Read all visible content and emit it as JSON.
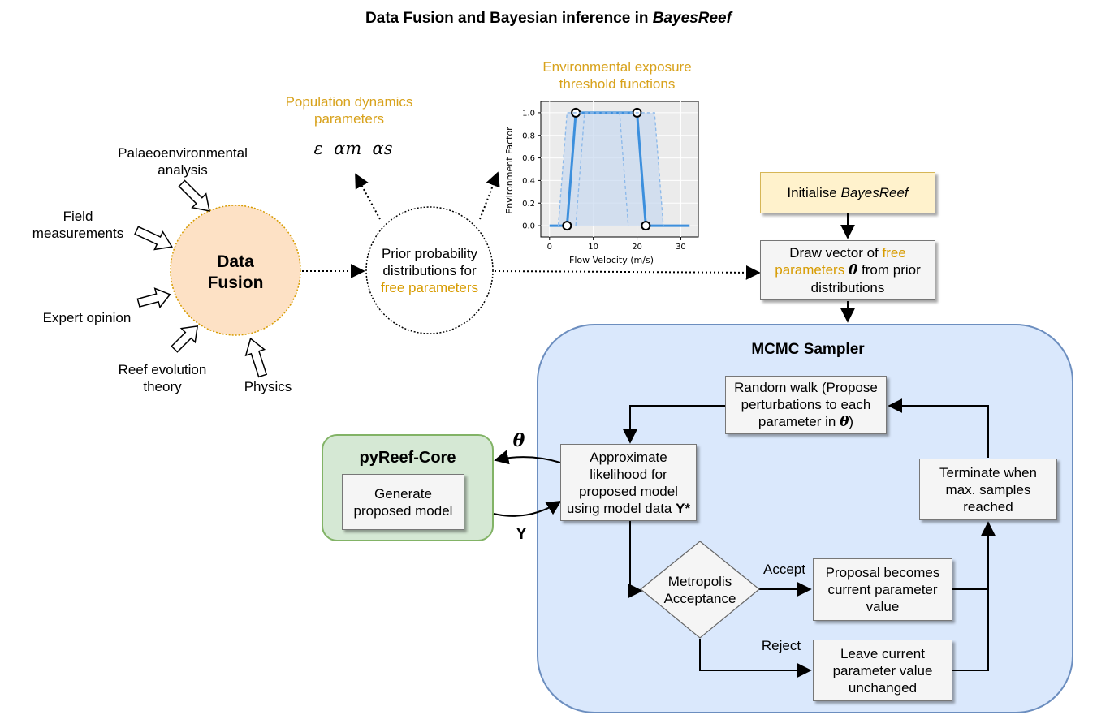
{
  "title": {
    "main": "Data Fusion and Bayesian inference in ",
    "italic": "BayesReef"
  },
  "data_fusion": {
    "center_line1": "Data",
    "center_line2": "Fusion",
    "sources": {
      "palaeo_line1": "Palaeoenvironmental",
      "palaeo_line2": "analysis",
      "field_line1": "Field",
      "field_line2": "measurements",
      "expert": "Expert opinion",
      "reef_line1": "Reef evolution",
      "reef_line2": "theory",
      "physics": "Physics"
    }
  },
  "prior": {
    "line1": "Prior probability",
    "line2": "distributions for",
    "line3": "free parameters"
  },
  "population": {
    "line1": "Population dynamics",
    "line2": "parameters",
    "symbols": "ε  αm  αs"
  },
  "env_exposure": {
    "line1": "Environmental exposure",
    "line2": "threshold functions"
  },
  "chart_data": {
    "type": "line",
    "xlabel": "Flow Velocity (m/s)",
    "ylabel": "Environment Factor",
    "xlim": [
      -2,
      34
    ],
    "ylim": [
      -0.1,
      1.1
    ],
    "xticks": [
      0,
      10,
      20,
      30
    ],
    "yticks": [
      0.0,
      0.2,
      0.4,
      0.6,
      0.8,
      1.0
    ],
    "grid": true,
    "series": [
      {
        "style": "solid",
        "x": [
          0,
          4,
          6,
          20,
          22,
          32
        ],
        "y": [
          0,
          0,
          1,
          1,
          0,
          0
        ],
        "markers": [
          [
            4,
            0
          ],
          [
            6,
            1
          ],
          [
            20,
            1
          ],
          [
            22,
            0
          ]
        ]
      },
      {
        "style": "dashed",
        "x": [
          2,
          4,
          24,
          26
        ],
        "y": [
          0,
          1,
          1,
          0
        ]
      },
      {
        "style": "dashed",
        "x": [
          6,
          8,
          16,
          18
        ],
        "y": [
          0,
          1,
          1,
          0
        ]
      }
    ],
    "tick_labels": {
      "x": [
        "0",
        "10",
        "20",
        "30"
      ],
      "y": [
        "0.0",
        "0.2",
        "0.4",
        "0.6",
        "0.8",
        "1.0"
      ]
    }
  },
  "initialise": {
    "text": "Initialise ",
    "italic": "BayesReef"
  },
  "draw_vector": {
    "line1a": "Draw vector of ",
    "line1b": "free",
    "line2a": "parameters",
    "theta": "θ",
    "line2b": " from prior",
    "line3": "distributions"
  },
  "mcmc": {
    "title": "MCMC Sampler"
  },
  "random_walk": {
    "line1": "Random walk (Propose",
    "line2": "perturbations to each",
    "line3a": "parameter in ",
    "theta": "θ",
    "line3b": ")"
  },
  "approx": {
    "line1": "Approximate",
    "line2": "likelihood for",
    "line3": "proposed model",
    "line4a": "using model data ",
    "line4b": "Y*"
  },
  "terminate": {
    "line1": "Terminate when",
    "line2": "max. samples",
    "line3": "reached"
  },
  "metropolis": {
    "line1": "Metropolis",
    "line2": "Acceptance"
  },
  "accept_label": "Accept",
  "reject_label": "Reject",
  "proposal": {
    "line1": "Proposal becomes",
    "line2": "current parameter",
    "line3": "value"
  },
  "leave": {
    "line1": "Leave current",
    "line2": "parameter value",
    "line3": "unchanged"
  },
  "pyreef": {
    "title": "pyReef-Core",
    "box_line1": "Generate",
    "box_line2": "proposed model"
  },
  "theta_label": "θ",
  "y_label": "Y",
  "colors": {
    "orange_text": "#d79b00",
    "data_fusion_fill": "#fde1c5",
    "mcmc_fill": "#dae8fc",
    "mcmc_border": "#6c8ebf",
    "pyreef_fill": "#d5e8d4",
    "pyreef_border": "#82b366",
    "init_fill": "#fff2cc",
    "init_border": "#d6b656",
    "line_blue": "#3c8fdd"
  }
}
